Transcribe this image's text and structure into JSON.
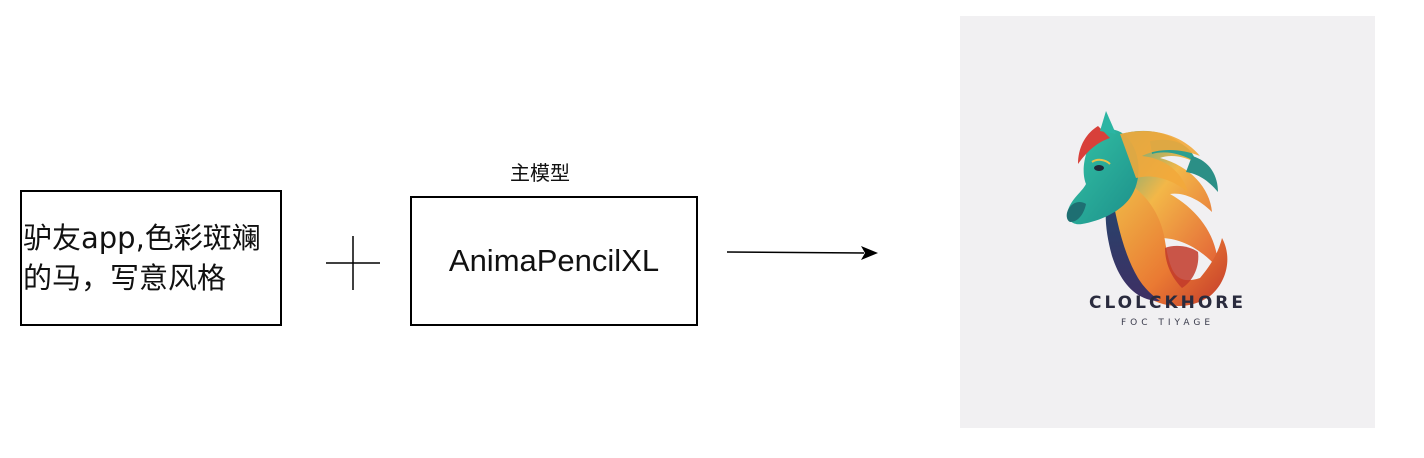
{
  "prompt": {
    "text": "驴友app,色彩斑斓的马，写意风格"
  },
  "operator": {
    "symbol": "plus"
  },
  "model": {
    "label": "主模型",
    "name": "AnimaPencilXL"
  },
  "connector": {
    "type": "arrow-right"
  },
  "result": {
    "brand_name": "CLOLCKHORE",
    "tagline": "FOC TIYAGE",
    "background": "#f1f0f2",
    "palette": [
      "#2bb5a3",
      "#1f4a6e",
      "#f2a93b",
      "#e2552e",
      "#c23a2a",
      "#e9c24a"
    ]
  }
}
